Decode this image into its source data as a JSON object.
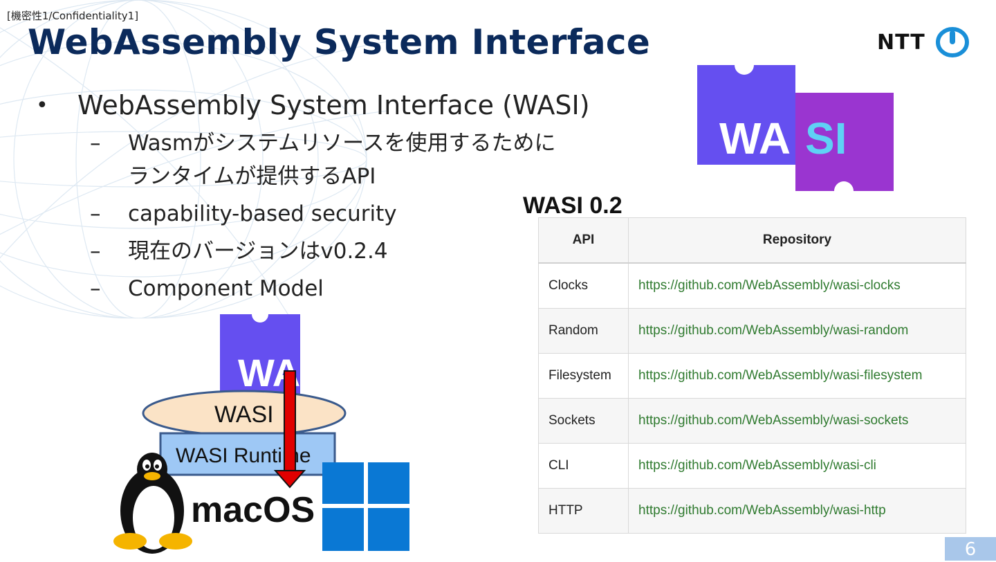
{
  "header": {
    "confidentiality": "[機密性1/Confidentiality1]",
    "title": "WebAssembly System Interface",
    "logo_text": "NTT"
  },
  "bullets": {
    "main": "WebAssembly System Interface (WASI)",
    "subs": [
      {
        "line1": "Wasmがシステムリソースを使用するために",
        "line2": "ランタイムが提供するAPI"
      },
      {
        "line1": "capability-based security"
      },
      {
        "line1": "現在のバージョンはv0.2.4"
      },
      {
        "line1": "Component Model"
      }
    ]
  },
  "wasi_logo": {
    "left": "WA",
    "right": "SI",
    "left_color": "#654ff0",
    "right_color": "#9a35d0",
    "right_text_color": "#5fd1f5"
  },
  "table": {
    "caption": "WASI 0.2",
    "headers": [
      "API",
      "Repository"
    ],
    "rows": [
      {
        "api": "Clocks",
        "repo": "https://github.com/WebAssembly/wasi-clocks"
      },
      {
        "api": "Random",
        "repo": "https://github.com/WebAssembly/wasi-random"
      },
      {
        "api": "Filesystem",
        "repo": "https://github.com/WebAssembly/wasi-filesystem"
      },
      {
        "api": "Sockets",
        "repo": "https://github.com/WebAssembly/wasi-sockets"
      },
      {
        "api": "CLI",
        "repo": "https://github.com/WebAssembly/wasi-cli"
      },
      {
        "api": "HTTP",
        "repo": "https://github.com/WebAssembly/wasi-http"
      }
    ]
  },
  "diagram": {
    "wa_label": "WA",
    "wasi_label": "WASI",
    "runtime_label": "WASI Runtime",
    "os_label": "macOS"
  },
  "footer": {
    "page": "6"
  }
}
